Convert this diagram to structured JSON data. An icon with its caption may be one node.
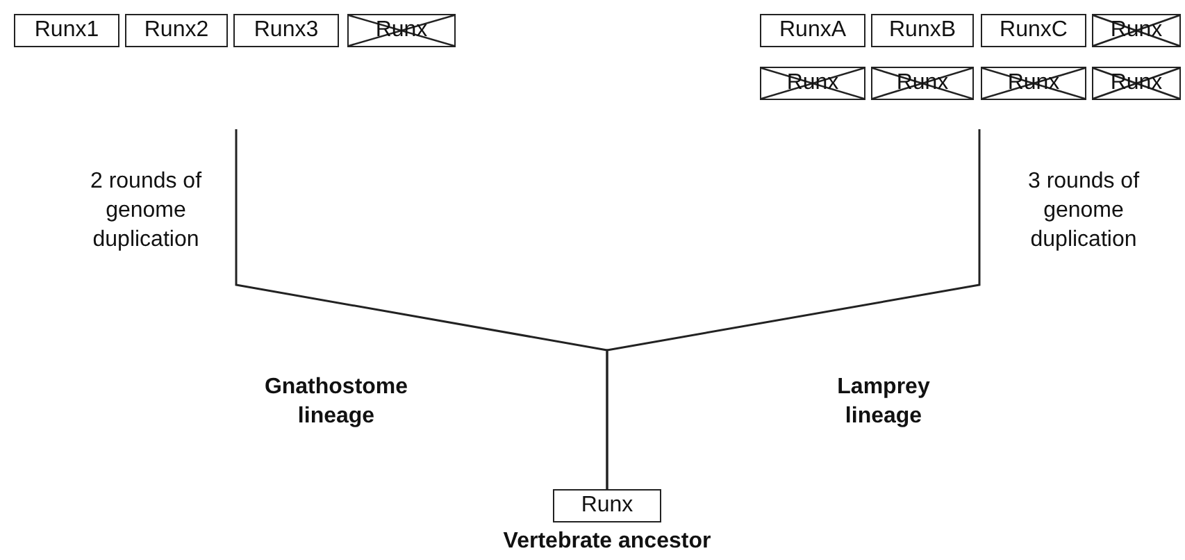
{
  "diagram": {
    "nodes": [
      {
        "text": [
          "Runx1"
        ]
      },
      {
        "text": [
          "Runx2"
        ]
      },
      {
        "text": [
          "Runx3"
        ]
      },
      {
        "text": [
          "Runx"
        ]
      },
      {
        "text": [
          "RunxA"
        ]
      },
      {
        "text": [
          "RunxB"
        ]
      },
      {
        "text": [
          "RunxC"
        ]
      },
      {
        "text": [
          "Runx"
        ]
      },
      {
        "text": [
          "Runx"
        ]
      },
      {
        "text": [
          "Runx"
        ]
      },
      {
        "text": [
          "Runx"
        ]
      },
      {
        "text": [
          "Runx"
        ]
      },
      {
        "text": [
          "Runx"
        ],
        "beside": [
          "Vertebrate ancestor"
        ]
      }
    ],
    "edges": [
      {
        "from": 12,
        "to": null,
        "arrow": "none",
        "label": "Gnathostome lineage"
      },
      {
        "from": 12,
        "to": null,
        "arrow": "none",
        "label": "Lamprey lineage"
      }
    ],
    "labels": [
      "2 rounds of genome duplication",
      "3 rounds of genome duplication"
    ]
  }
}
